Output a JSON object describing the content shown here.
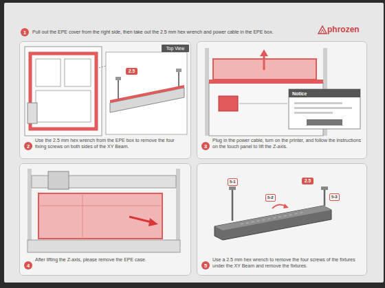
{
  "diagram": {
    "nodes": [
      {
        "text": [
          "1"
        ]
      },
      {
        "text": [
          "Use the 2.5 mm hex wrench from the EPE box to remove the four fixing screws on both sides of the XY Beam."
        ]
      },
      {
        "text": [
          "2"
        ],
        "in": 1
      },
      {
        "text": [
          "Top View"
        ],
        "in": 1
      },
      {
        "text": [
          "2.5"
        ],
        "in": 1
      },
      {
        "text": [
          "Plug in the power cable, turn on the printer, and follow the instructions on the touch panel to lift the Z-axis."
        ]
      },
      {
        "text": [
          "3"
        ],
        "in": 5
      },
      {
        "text": [
          "Notice"
        ],
        "in": 5
      },
      {
        "text": [
          "After lifting the Z-axis, please remove the EPE case."
        ]
      },
      {
        "text": [
          "4"
        ],
        "in": 8
      },
      {
        "text": [
          "Use a 2.5 mm hex wrench to remove the four screws of the fixtures under the XY Beam and remove the fixtures."
        ]
      },
      {
        "text": [
          "5"
        ],
        "in": 10
      },
      {
        "text": [
          "2.5"
        ],
        "in": 10
      }
    ],
    "labels": [
      "Pull out the EPE cover from the right side, then take out the 2.5 mm hex wrench and power cable in the EPE box.",
      "phrozen",
      "5-1",
      "5-2",
      "5-3"
    ]
  }
}
